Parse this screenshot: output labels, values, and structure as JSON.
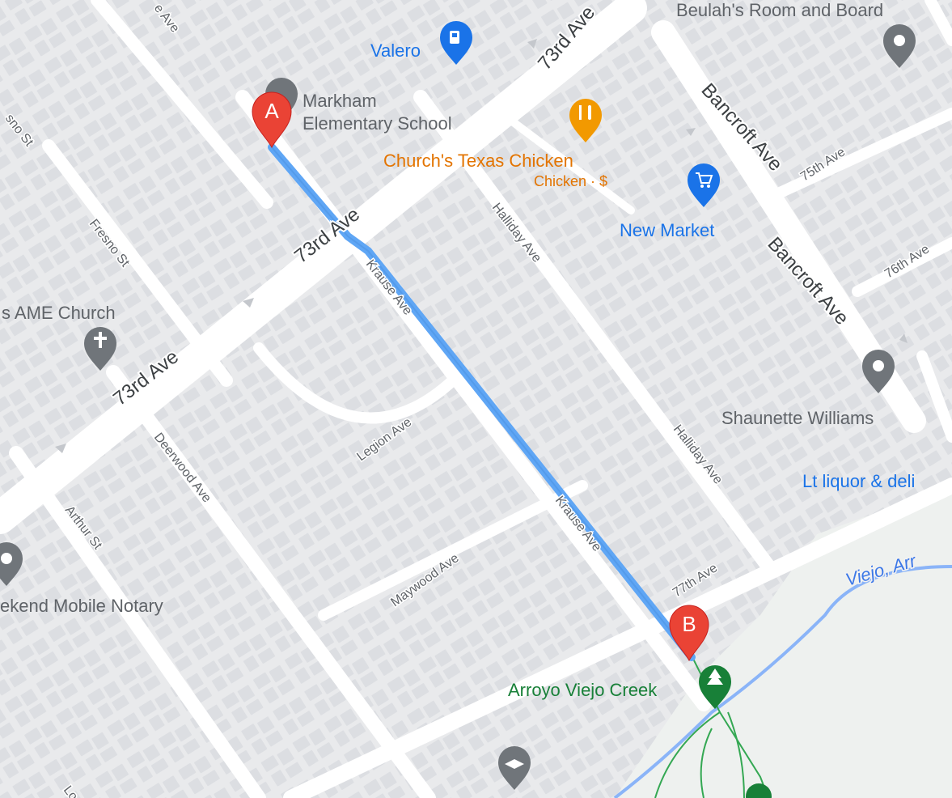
{
  "map": {
    "markers": {
      "start": {
        "letter": "A"
      },
      "end": {
        "letter": "B"
      }
    },
    "pois": {
      "valero": "Valero",
      "beulah": "Beulah's Room and Board",
      "markham": [
        "Markham",
        "Elementary School"
      ],
      "churchs": "Church's Texas Chicken",
      "churchs_sub": "Chicken · $",
      "new_market": "New Market",
      "ame_church": "s AME Church",
      "shaunette": "Shaunette Williams",
      "lt_liquor": "Lt liquor & deli",
      "notary": "ekend Mobile Notary",
      "arroyo": "Arroyo Viejo Creek"
    },
    "streets": {
      "ave_73_top": "73rd Ave",
      "ave_73_mid": "73rd Ave",
      "ave_73_left": "73rd Ave",
      "bancroft_1": "Bancroft Ave",
      "bancroft_2": "Bancroft Ave",
      "ave_75": "75th Ave",
      "ave_76": "76th Ave",
      "ave_77": "77th Ave",
      "halliday_1": "Halliday Ave",
      "halliday_2": "Halliday Ave",
      "krause_1": "Krause Ave",
      "krause_2": "Krause Ave",
      "legion": "Legion Ave",
      "maywood": "Maywood Ave",
      "deerwood": "Deerwood Ave",
      "arthur": "Arthur St",
      "fresno_1": "Fresno St",
      "fresno_2": "sno St",
      "e_ave": "e Ave",
      "lo": "Lo"
    },
    "water": "Viejo, Arr"
  },
  "colors": {
    "route": "#5fa6f5",
    "marker": "#ea4335",
    "poi_blue": "#1a73e8",
    "poi_orange": "#e37400",
    "poi_green": "#188038",
    "poi_gray": "#5f6368",
    "block": "#e9eaec",
    "building": "#dcdee2",
    "street": "#ffffff",
    "park": "#eef1ef"
  }
}
